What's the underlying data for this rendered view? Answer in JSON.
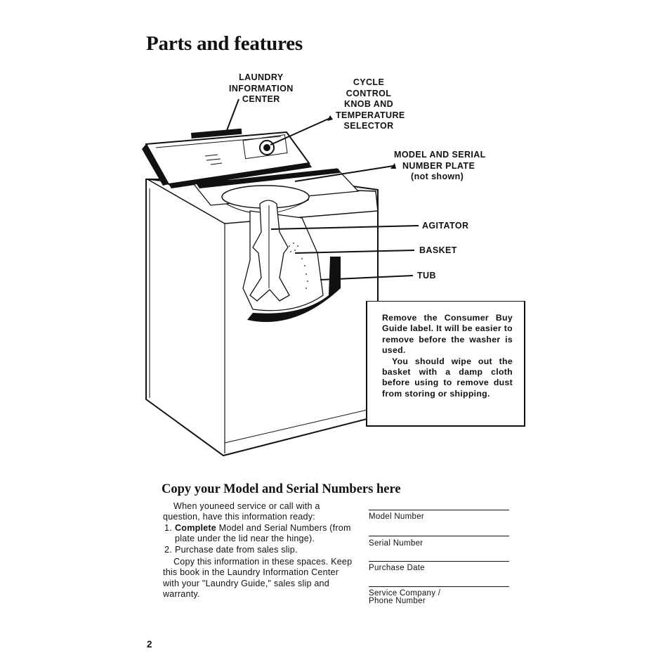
{
  "page": {
    "title": "Parts and features",
    "page_number": "2"
  },
  "callouts": {
    "laundry_center": [
      "LAUNDRY",
      "INFORMATION",
      "CENTER"
    ],
    "cycle_control": [
      "CYCLE",
      "CONTROL",
      "KNOB AND",
      "TEMPERATURE",
      "SELECTOR"
    ],
    "model_plate": [
      "MODEL AND SERIAL",
      "NUMBER PLATE",
      "(not shown)"
    ],
    "agitator": "AGITATOR",
    "basket": "BASKET",
    "tub": "TUB"
  },
  "note": {
    "lead": "Remove",
    "paragraph1_rest": " the Consumer Buy Guide label. It will be easier to remove before the washer is used.",
    "paragraph2": "You should wipe out the basket with a damp cloth before using to remove dust from storing or shipping."
  },
  "copy_section": {
    "heading": "Copy your Model and Serial Numbers here",
    "intro": "When youneed service or call with a question, have this information ready:",
    "step1_num": "1.",
    "step1_lead": "Complete",
    "step1_rest": " Model and Serial Numbers (from plate under the lid near the hinge).",
    "step2_num": "2.",
    "step2_text": "Purchase date from sales slip.",
    "outro": "Copy this information in these spaces. Keep this book in the Laundry Information Center with your \"Laundry Guide,\" sales slip and warranty.",
    "fields": [
      "Model Number",
      "Serial Number",
      "Purchase Date",
      "Service Company / Phone Number"
    ]
  }
}
